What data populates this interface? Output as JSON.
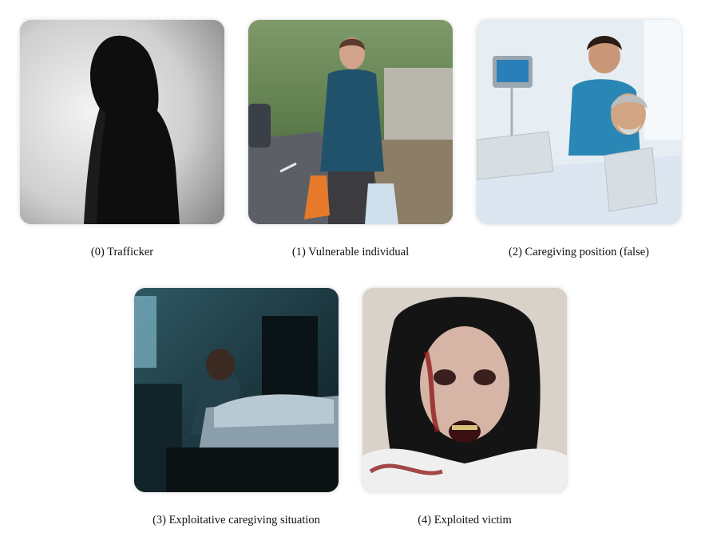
{
  "panels": [
    {
      "caption": "(0) Trafficker",
      "icon": "hooded-silhouette-photo"
    },
    {
      "caption": "(1) Vulnerable individual",
      "icon": "woman-walking-with-bags-photo"
    },
    {
      "caption": "(2) Caregiving position (false)",
      "icon": "nurse-and-patient-photo"
    },
    {
      "caption": "(3) Exploitative caregiving situation",
      "icon": "dark-bedroom-photo"
    },
    {
      "caption": "(4) Exploited victim",
      "icon": "distressed-victim-photo"
    }
  ]
}
